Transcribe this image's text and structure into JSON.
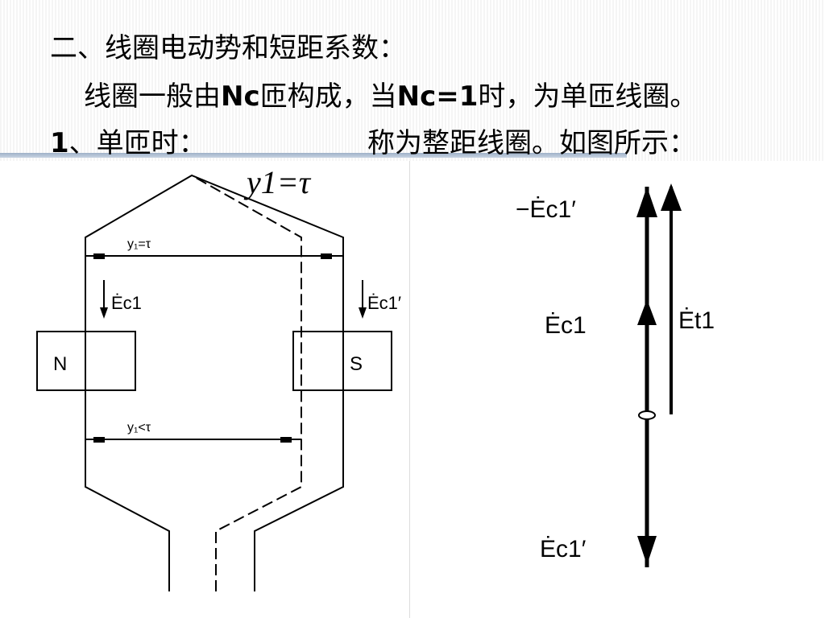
{
  "slide": {
    "heading": "二、线圈电动势和短距系数：",
    "line2": {
      "part1": "线圈一般由",
      "bold1": "Nc",
      "part2": "匝构成，当",
      "bold2": "Nc=1",
      "part3": "时，为单匝线圈。"
    },
    "line3": {
      "bold": "1",
      "part1": "、单匝时：",
      "part2": "称为整距线圈。如图所示："
    }
  },
  "coil_diagram": {
    "formula": "y1=τ",
    "pitch_top": "y₁=τ",
    "pitch_bottom": "y₁<τ",
    "emf_left": "Ėc1",
    "emf_right": "Ėc1′",
    "pole_n": "N",
    "pole_s": "S"
  },
  "phasor_diagram": {
    "label_top": "−Ėc1′",
    "label_mid": "Ėc1",
    "label_sum": "Ėt1",
    "label_bottom": "Ėc1′"
  }
}
